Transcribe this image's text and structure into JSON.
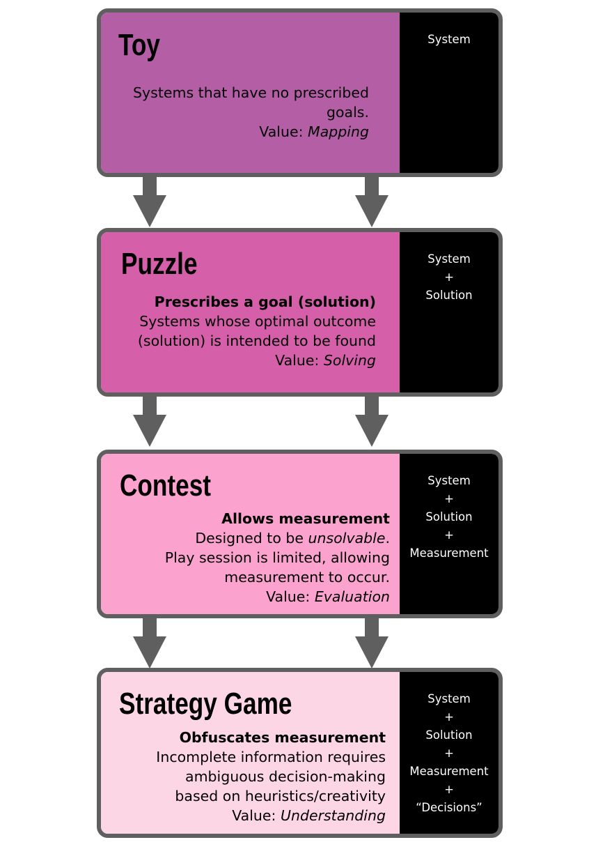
{
  "colors": {
    "frame": "#5f5f5f",
    "arrow": "#5f5f5f",
    "side_panel": "#000000",
    "toy": "#b45ea6",
    "puzzle": "#d55fa9",
    "contest": "#fca2cf",
    "strategy_game": "#fdd6e5"
  },
  "boxes": [
    {
      "title": "Toy",
      "subtitle": "",
      "description": [
        "Systems that have no prescribed",
        "goals."
      ],
      "value_label": "Value:",
      "value": "Mapping",
      "side": [
        "System"
      ]
    },
    {
      "title": "Puzzle",
      "subtitle": "Prescribes a goal (solution)",
      "description": [
        "Systems whose optimal outcome",
        "(solution) is intended to be found"
      ],
      "value_label": "Value:",
      "value": "Solving",
      "side": [
        "System",
        "+",
        "Solution"
      ]
    },
    {
      "title": "Contest",
      "subtitle": "Allows measurement",
      "description_parts": [
        "Designed to be ",
        "unsolvable",
        "."
      ],
      "description": [
        "Play session is limited, allowing",
        "measurement to occur."
      ],
      "value_label": "Value:",
      "value": "Evaluation",
      "side": [
        "System",
        "+",
        "Solution",
        "+",
        "Measurement"
      ]
    },
    {
      "title": "Strategy Game",
      "subtitle": "Obfuscates measurement",
      "description": [
        "Incomplete information requires",
        "ambiguous decision-making",
        "based on heuristics/creativity"
      ],
      "value_label": "Value:",
      "value": "Understanding",
      "side": [
        "System",
        "+",
        "Solution",
        "+",
        "Measurement",
        "+",
        "“Decisions”"
      ]
    }
  ]
}
